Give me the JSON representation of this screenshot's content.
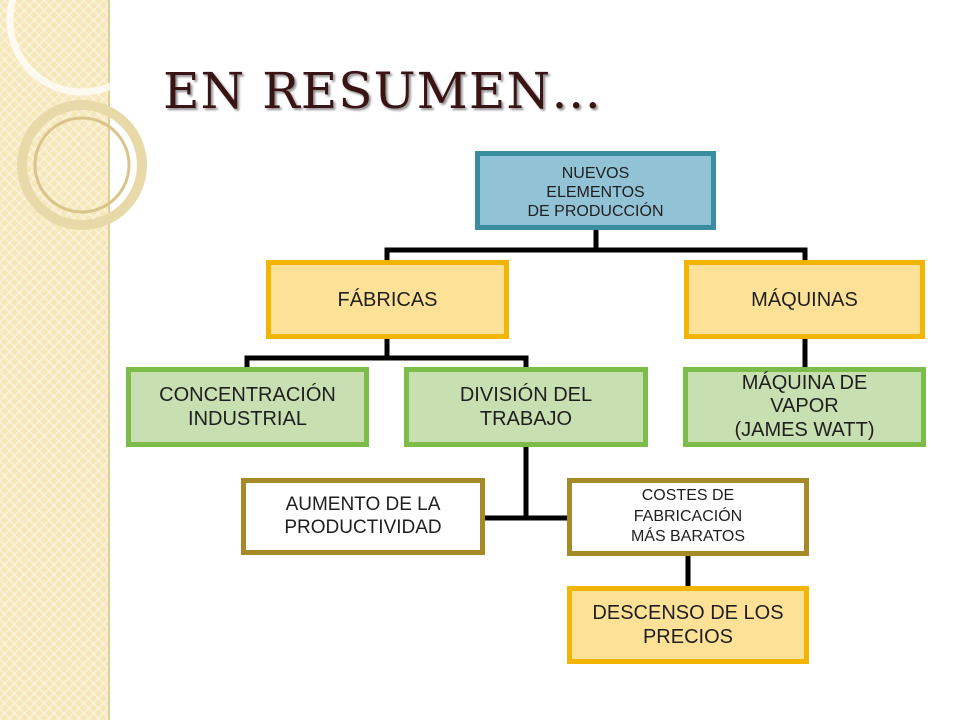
{
  "slide": {
    "title": "EN RESUMEN…"
  },
  "diagram": {
    "root": "NUEVOS\nELEMENTOS\nDE PRODUCCIÓN",
    "fabricas": "FÁBRICAS",
    "maquinas": "MÁQUINAS",
    "concentracion": "CONCENTRACIÓN\nINDUSTRIAL",
    "division": "DIVISIÓN DEL\nTRABAJO",
    "maquina_vapor": "MÁQUINA DE\nVAPOR\n(JAMES WATT)",
    "aumento": "AUMENTO DE LA\nPRODUCTIVIDAD",
    "costes": "COSTES DE\nFABRICACIÓN\nMÁS BARATOS",
    "descenso": "DESCENSO DE LOS\nPRECIOS"
  },
  "colors": {
    "root_fill": "#92c2d5",
    "root_border": "#3a8ca0",
    "level1_fill": "#fde196",
    "level1_border": "#f2b503",
    "level2_fill": "#c7dfb1",
    "level2_border": "#7cbd4a",
    "level3_border": "#a58a27",
    "side_band": "#f6e7b9",
    "title": "#3a1414"
  }
}
